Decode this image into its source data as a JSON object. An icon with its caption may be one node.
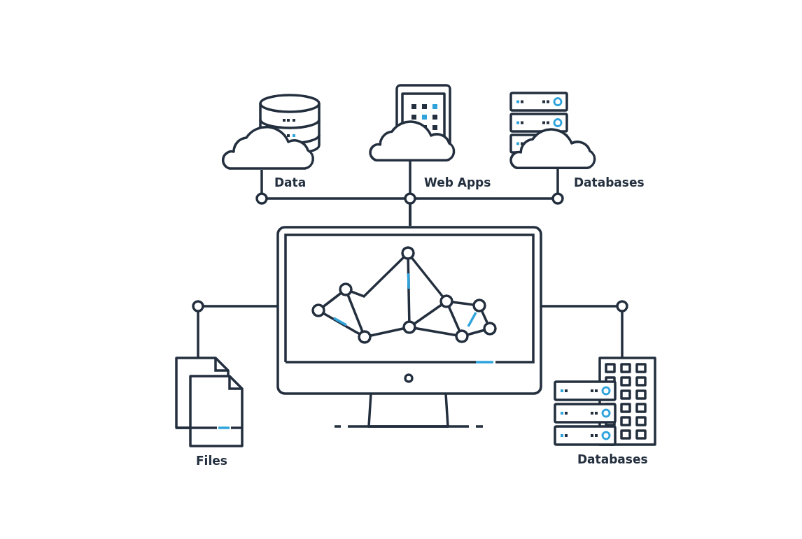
{
  "diagram": {
    "nodes": [
      {
        "text": [],
        "shape": "picture",
        "beside": [
          "Data"
        ]
      },
      {
        "text": [],
        "shape": "picture",
        "beside": [
          "Web Apps"
        ]
      },
      {
        "text": [],
        "shape": "picture",
        "beside": [
          "Databases"
        ]
      },
      {
        "text": [],
        "shape": "picture"
      },
      {
        "text": [],
        "shape": "picture",
        "beside": [
          "Files"
        ]
      },
      {
        "text": [],
        "shape": "picture",
        "beside": [
          "Databases"
        ]
      }
    ],
    "edges": [
      {
        "from": 0,
        "to": 3,
        "arrow": "none"
      },
      {
        "from": 1,
        "to": 3,
        "arrow": "none"
      },
      {
        "from": 2,
        "to": 3,
        "arrow": "none"
      },
      {
        "from": 3,
        "to": 4,
        "arrow": "none"
      },
      {
        "from": 3,
        "to": 5,
        "arrow": "none"
      }
    ]
  }
}
